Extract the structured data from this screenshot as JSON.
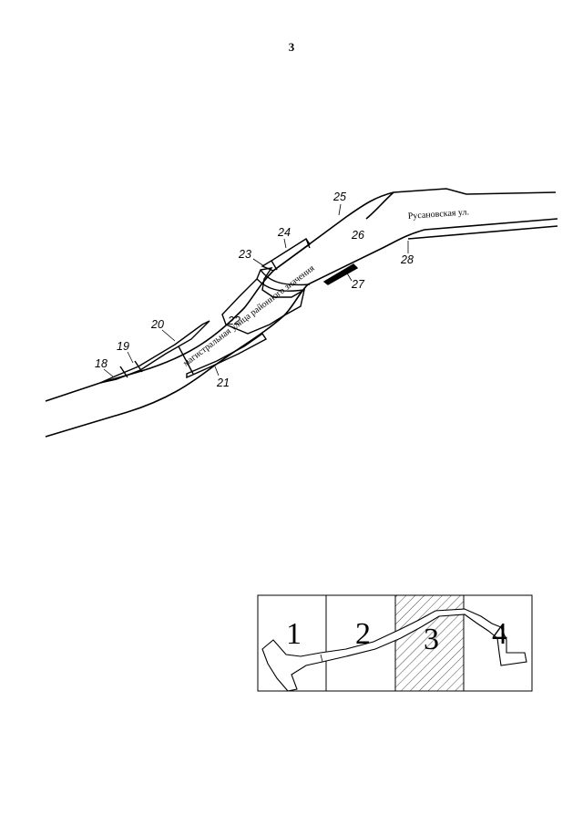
{
  "page_number": "3",
  "plot_labels": [
    "18",
    "19",
    "20",
    "21",
    "22",
    "23",
    "24",
    "25",
    "26",
    "27",
    "28"
  ],
  "streets": {
    "rusanovskaya": "Русановская ул.",
    "arterial": "магистральная улица районного значения"
  },
  "key_map": {
    "sheets": [
      "1",
      "2",
      "3",
      "4"
    ],
    "highlighted_sheet": "3"
  }
}
